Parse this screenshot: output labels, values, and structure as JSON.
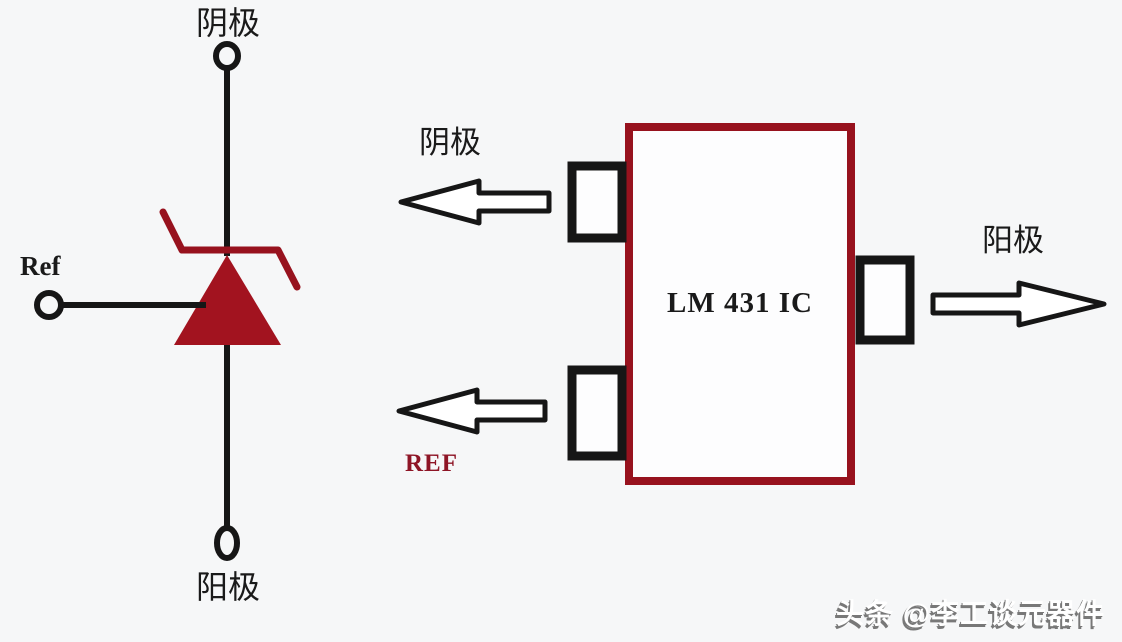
{
  "schematic": {
    "cathode_label": "阴极",
    "anode_label": "阳极",
    "ref_label": "Ref"
  },
  "ic_diagram": {
    "chip_label": "LM 431 IC",
    "cathode_pin_label": "阴极",
    "ref_pin_label": "REF",
    "anode_pin_label": "阳极"
  },
  "watermark": {
    "text": "头条 @李工谈元器件"
  },
  "colors": {
    "background": "#f6f7f8",
    "line_black": "#161616",
    "symbol_red": "#a2131f",
    "ic_border_red": "#97121e",
    "ref_text_red": "#8e1526",
    "watermark_shadow": "#787878"
  }
}
